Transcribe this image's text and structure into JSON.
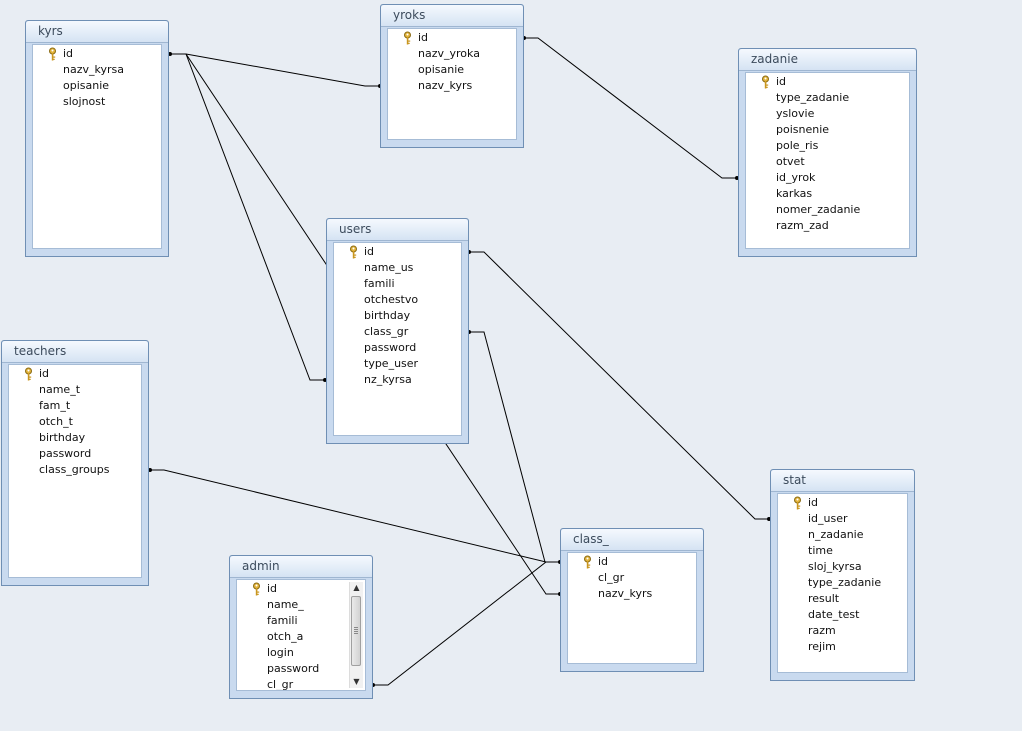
{
  "tables": {
    "kyrs": {
      "title": "kyrs",
      "fields": [
        "id",
        "nazv_kyrsa",
        "opisanie",
        "slojnost"
      ]
    },
    "yroks": {
      "title": "yroks",
      "fields": [
        "id",
        "nazv_yroka",
        "opisanie",
        "nazv_kyrs"
      ]
    },
    "zadanie": {
      "title": "zadanie",
      "fields": [
        "id",
        "type_zadanie",
        "yslovie",
        "poisnenie",
        "pole_ris",
        "otvet",
        "id_yrok",
        "karkas",
        "nomer_zadanie",
        "razm_zad"
      ]
    },
    "users": {
      "title": "users",
      "fields": [
        "id",
        "name_us",
        "famili",
        "otchestvo",
        "birthday",
        "class_gr",
        "password",
        "type_user",
        "nz_kyrsa"
      ]
    },
    "teachers": {
      "title": "teachers",
      "fields": [
        "id",
        "name_t",
        "fam_t",
        "otch_t",
        "birthday",
        "password",
        "class_groups"
      ]
    },
    "admin": {
      "title": "admin",
      "fields": [
        "id",
        "name_",
        "famili",
        "otch_a",
        "login",
        "password",
        "cl_gr"
      ]
    },
    "class_": {
      "title": "class_",
      "fields": [
        "id",
        "cl_gr",
        "nazv_kyrs"
      ]
    },
    "stat": {
      "title": "stat",
      "fields": [
        "id",
        "id_user",
        "n_zadanie",
        "time",
        "sloj_kyrsa",
        "type_zadanie",
        "result",
        "date_test",
        "razm",
        "rejim"
      ]
    }
  },
  "icons": {
    "primary_key": "key-icon",
    "scroll_up": "arrow-up-icon",
    "scroll_down": "arrow-down-icon"
  },
  "colors": {
    "canvas": "#e8edf3",
    "table_frame": "#c9daef",
    "line": "#000000"
  }
}
